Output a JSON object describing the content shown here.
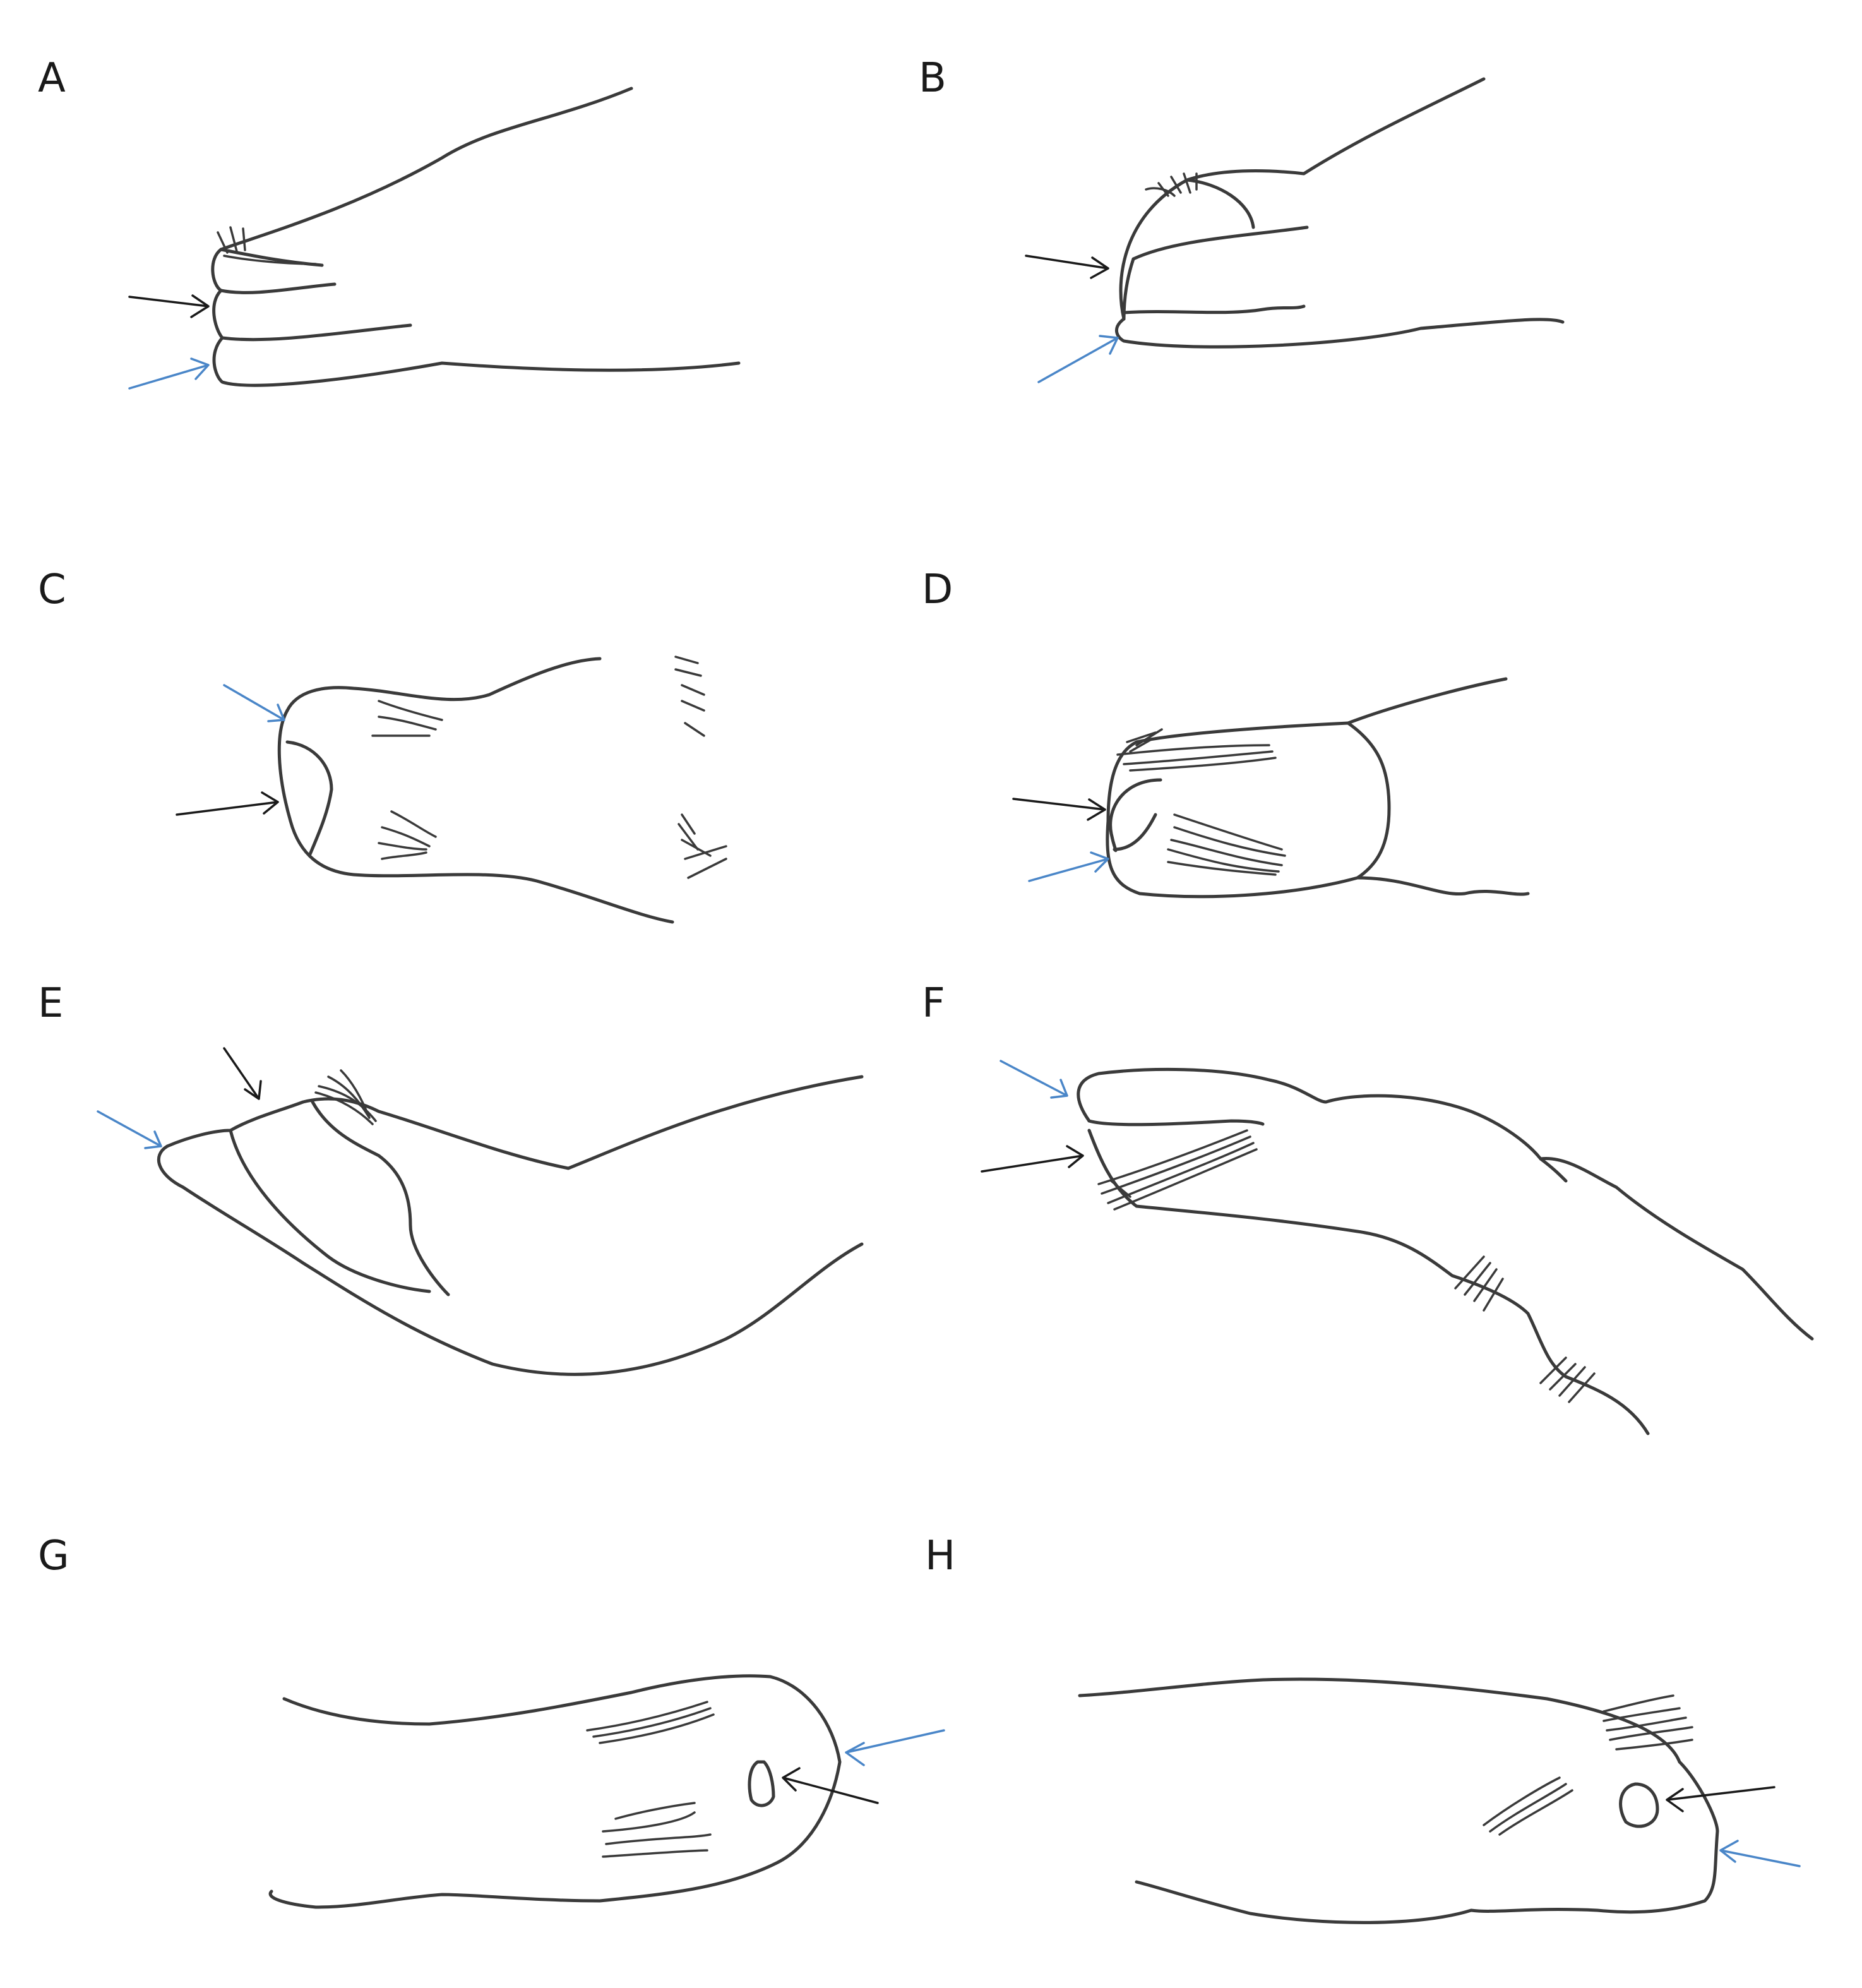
{
  "figure": {
    "panels": [
      {
        "id": "A",
        "label": "A"
      },
      {
        "id": "B",
        "label": "B"
      },
      {
        "id": "C",
        "label": "C"
      },
      {
        "id": "D",
        "label": "D"
      },
      {
        "id": "E",
        "label": "E"
      },
      {
        "id": "F",
        "label": "F"
      },
      {
        "id": "G",
        "label": "G"
      },
      {
        "id": "H",
        "label": "H"
      }
    ],
    "colors": {
      "outline": "#3a3a3a",
      "arrow_black": "#1a1a1a",
      "arrow_blue": "#4a86c8",
      "background": "#ffffff"
    }
  }
}
